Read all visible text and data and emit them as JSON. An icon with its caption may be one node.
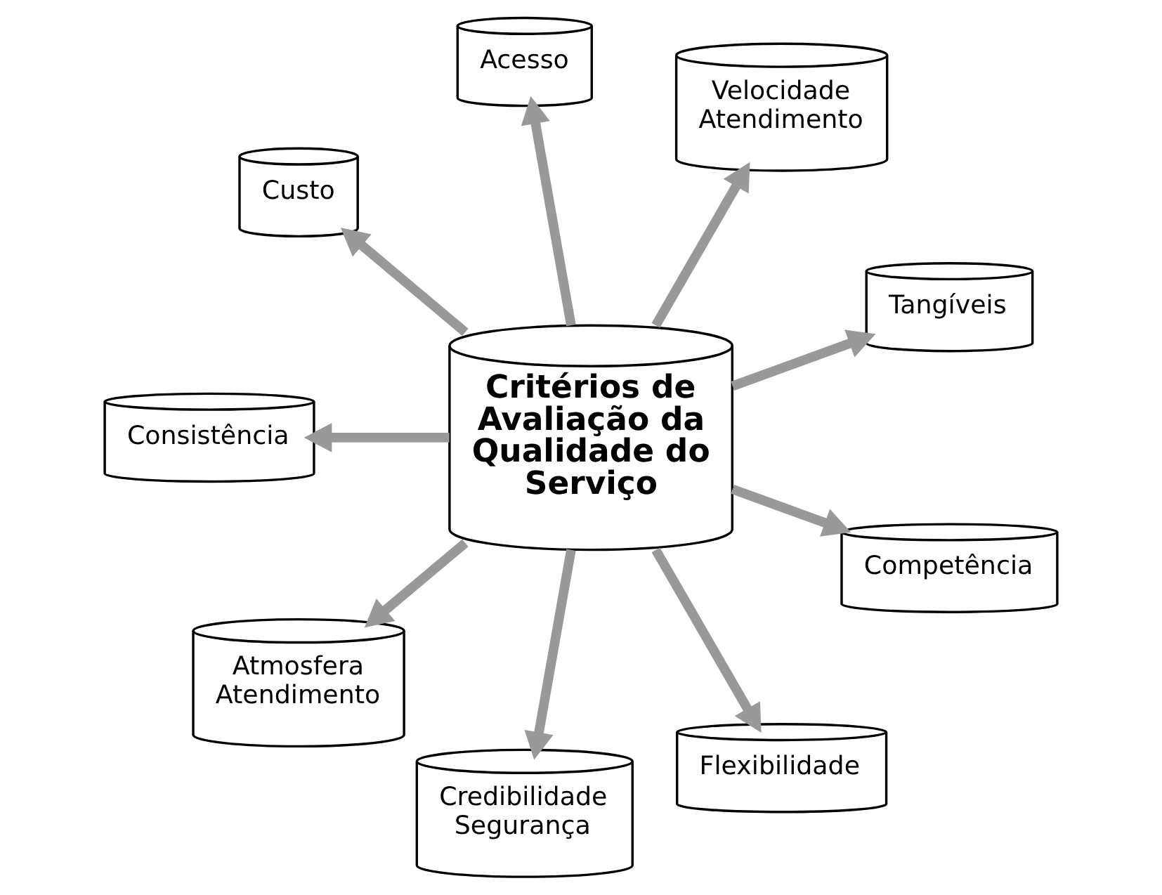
{
  "diagram": {
    "nodes": [
      {
        "text": [
          "Tangíveis"
        ]
      },
      {
        "text": [
          "Velocidade Atendimento"
        ]
      },
      {
        "text": [
          "Acesso"
        ]
      },
      {
        "text": [
          "Custo"
        ]
      },
      {
        "text": [
          "Consistência"
        ]
      },
      {
        "text": [
          "Critérios de Avaliação da Qualidade do Serviço"
        ]
      },
      {
        "text": [
          "Atmosfera Atendimento"
        ]
      },
      {
        "text": [
          "Credibilidade Segurança"
        ]
      },
      {
        "text": [
          "Flexibilidade"
        ]
      },
      {
        "text": [
          "Competência"
        ]
      }
    ],
    "edges": [
      {
        "from": 5,
        "to": 0,
        "arrow": "to"
      },
      {
        "from": 5,
        "to": 1,
        "arrow": "to"
      },
      {
        "from": 5,
        "to": 2,
        "arrow": "to"
      },
      {
        "from": 5,
        "to": 3,
        "arrow": "to"
      },
      {
        "from": 5,
        "to": 4,
        "arrow": "to"
      },
      {
        "from": 5,
        "to": 6,
        "arrow": "to"
      },
      {
        "from": 5,
        "to": 7,
        "arrow": "to"
      },
      {
        "from": 5,
        "to": 8,
        "arrow": "to"
      },
      {
        "from": 5,
        "to": 9,
        "arrow": "to"
      }
    ]
  }
}
